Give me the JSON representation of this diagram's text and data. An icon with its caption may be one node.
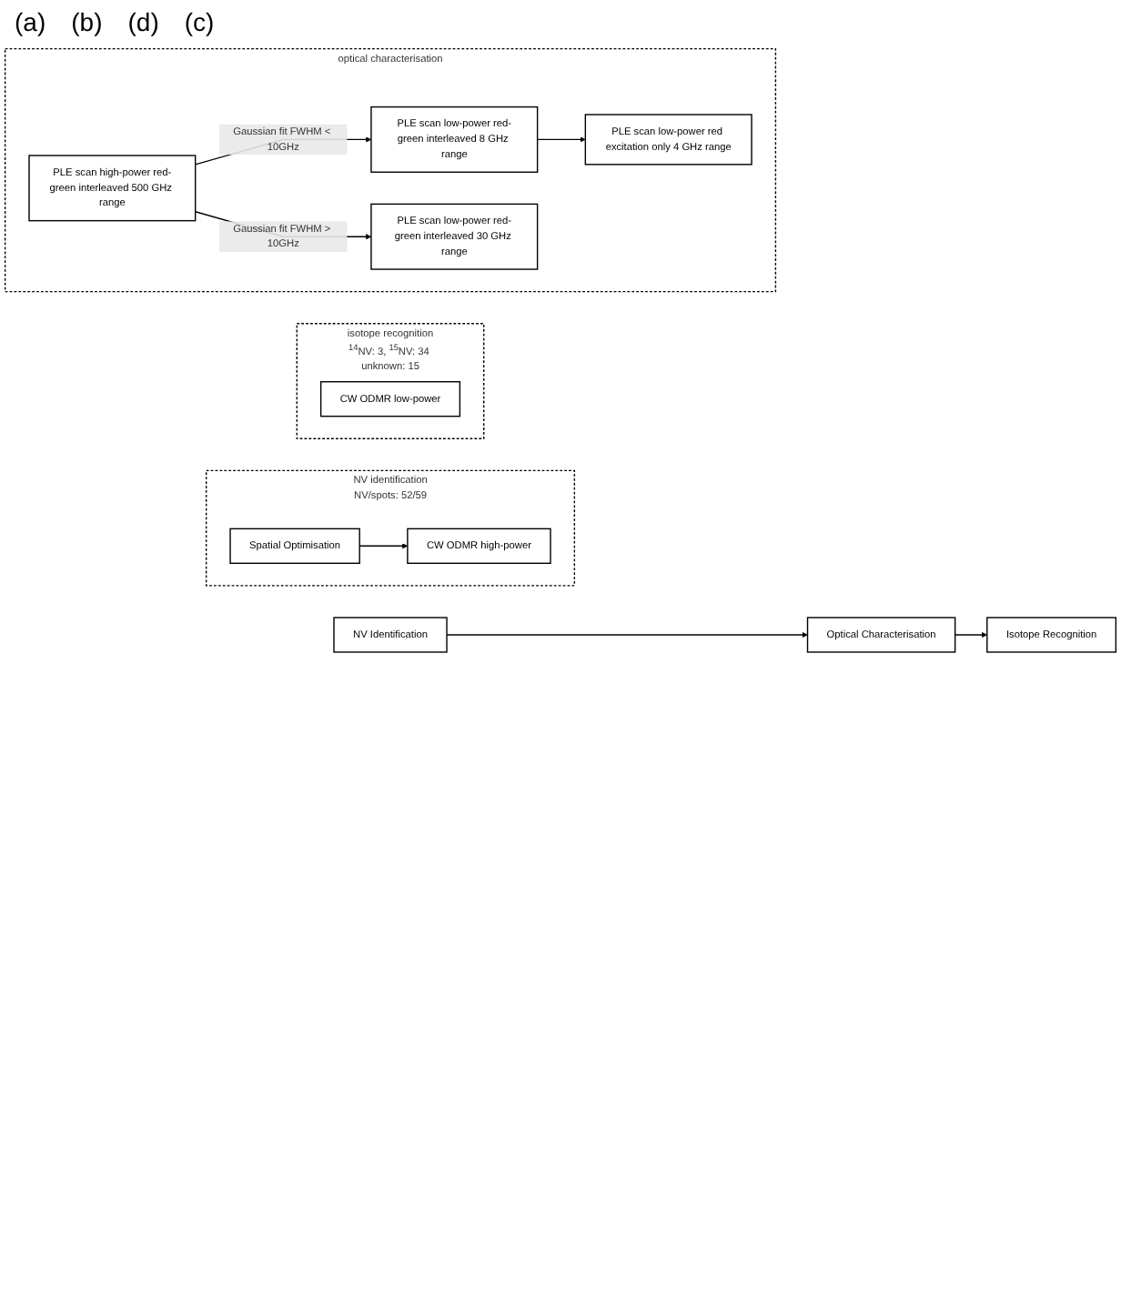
{
  "diagram": {
    "nodes": [
      {
        "text": [
          "NV Identification"
        ]
      },
      {
        "text": [
          "Optical Characterisation"
        ]
      },
      {
        "text": [
          "Isotope Recognition"
        ]
      },
      {
        "text": [
          "NV identification",
          "NV/spots: 52/59"
        ]
      },
      {
        "text": [
          "Spatial Optimisation"
        ],
        "in": 3
      },
      {
        "text": [
          "CW ODMR high-power"
        ],
        "in": 3
      },
      {
        "text": [
          "isotope recognition",
          "$^{14}$NV: 3, $^{15}$NV: 34 unknown: 15"
        ]
      },
      {
        "text": [
          "CW ODMR low-power"
        ],
        "in": 6
      },
      {
        "text": [
          "optical characterisation"
        ]
      },
      {
        "text": [
          "PLE scan high-power red-green interleaved 500 GHz range"
        ],
        "in": 8
      },
      {
        "text": [
          "PLE scan low-power red-green interleaved 8 GHz range"
        ],
        "in": 8
      },
      {
        "text": [
          "PLE scan low-power red excitation only 4 GHz range"
        ],
        "in": 8
      },
      {
        "text": [
          "PLE scan low-power red-green interleaved 30 GHz range"
        ],
        "in": 8
      }
    ],
    "edges": [
      {
        "from": 0,
        "to": 1,
        "arrow": "to"
      },
      {
        "from": 1,
        "to": 2,
        "arrow": "to"
      },
      {
        "from": 4,
        "to": 5,
        "arrow": "to"
      },
      {
        "from": 9,
        "to": 10,
        "arrow": "to",
        "label": "Gaussian fit FWHM < 10GHz"
      },
      {
        "from": 10,
        "to": 11,
        "arrow": "to"
      },
      {
        "from": 9,
        "to": 12,
        "arrow": "to",
        "label": "Gaussian fit FWHM > 10GHz"
      }
    ],
    "labels": [
      "(a)",
      "(b)",
      "(d)",
      "(c)"
    ]
  }
}
